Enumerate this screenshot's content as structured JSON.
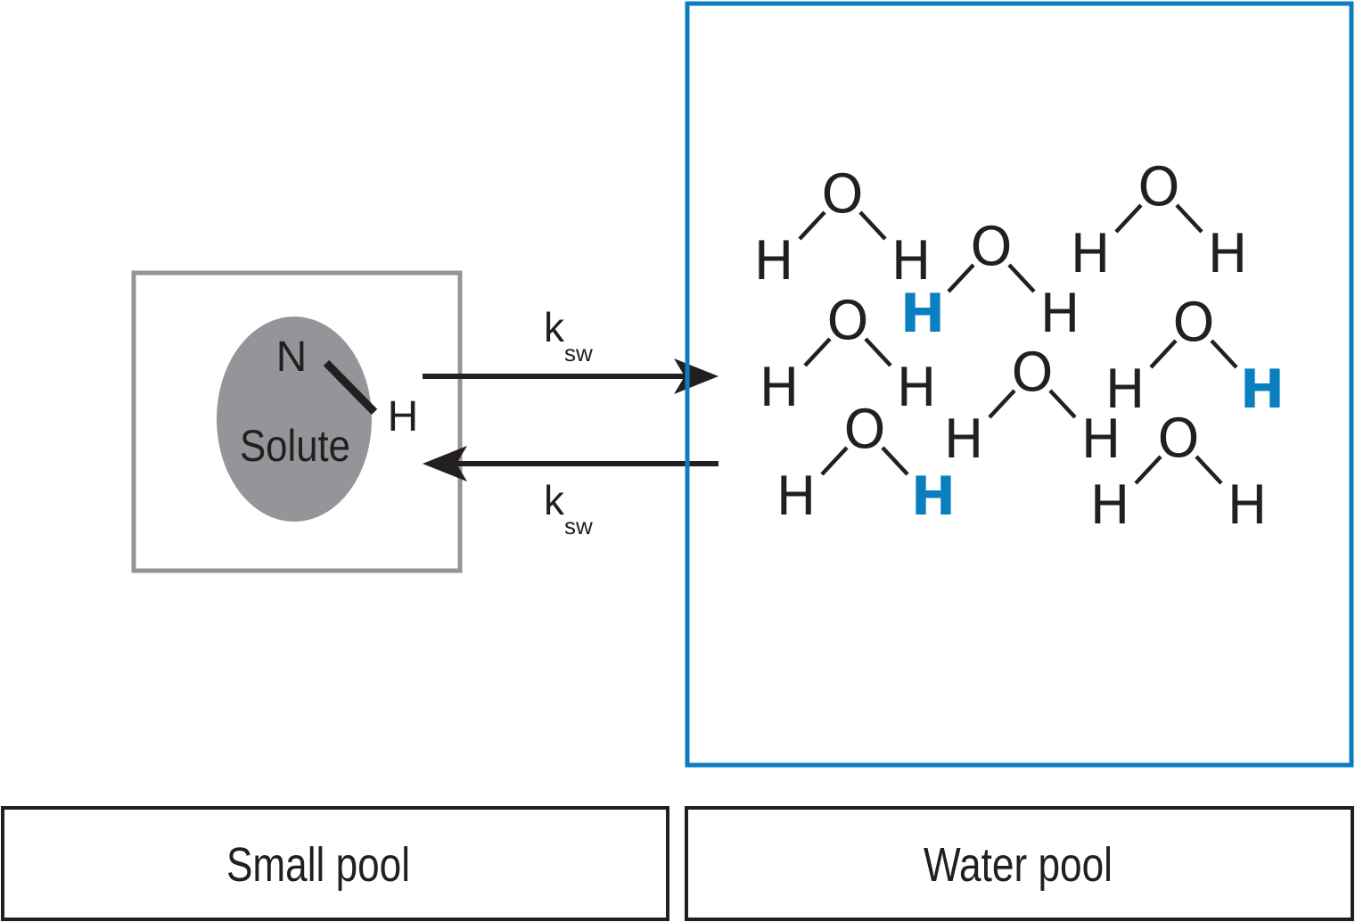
{
  "solute": {
    "label": "Solute",
    "n_atom": "N",
    "h_atom": "H",
    "fill_color": "#939598",
    "box_color": "#939598"
  },
  "exchange": {
    "forward_rate": {
      "main": "k",
      "sub": "sw"
    },
    "reverse_rate": {
      "main": "k",
      "sub": "sw"
    },
    "arrow_color": "#231f20"
  },
  "water_pool_box_color": "#0a7fc0",
  "highlight_color": "#0a7fc0",
  "water_molecules": [
    {
      "o": "O",
      "h_left": "H",
      "h_right": "H",
      "highlight": "none"
    },
    {
      "o": "O",
      "h_left": "H",
      "h_right": "H",
      "highlight": "left"
    },
    {
      "o": "O",
      "h_left": "H",
      "h_right": "H",
      "highlight": "none"
    },
    {
      "o": "O",
      "h_left": "H",
      "h_right": "H",
      "highlight": "none"
    },
    {
      "o": "O",
      "h_left": "H",
      "h_right": "H",
      "highlight": "none"
    },
    {
      "o": "O",
      "h_left": "H",
      "h_right": "H",
      "highlight": "right"
    },
    {
      "o": "O",
      "h_left": "H",
      "h_right": "H",
      "highlight": "right"
    },
    {
      "o": "O",
      "h_left": "H",
      "h_right": "H",
      "highlight": "none"
    },
    {
      "o": "O",
      "h_left": "H",
      "h_right": "H",
      "highlight": "left"
    }
  ],
  "footer": {
    "small_pool_label": "Small pool",
    "water_pool_label": "Water pool"
  }
}
